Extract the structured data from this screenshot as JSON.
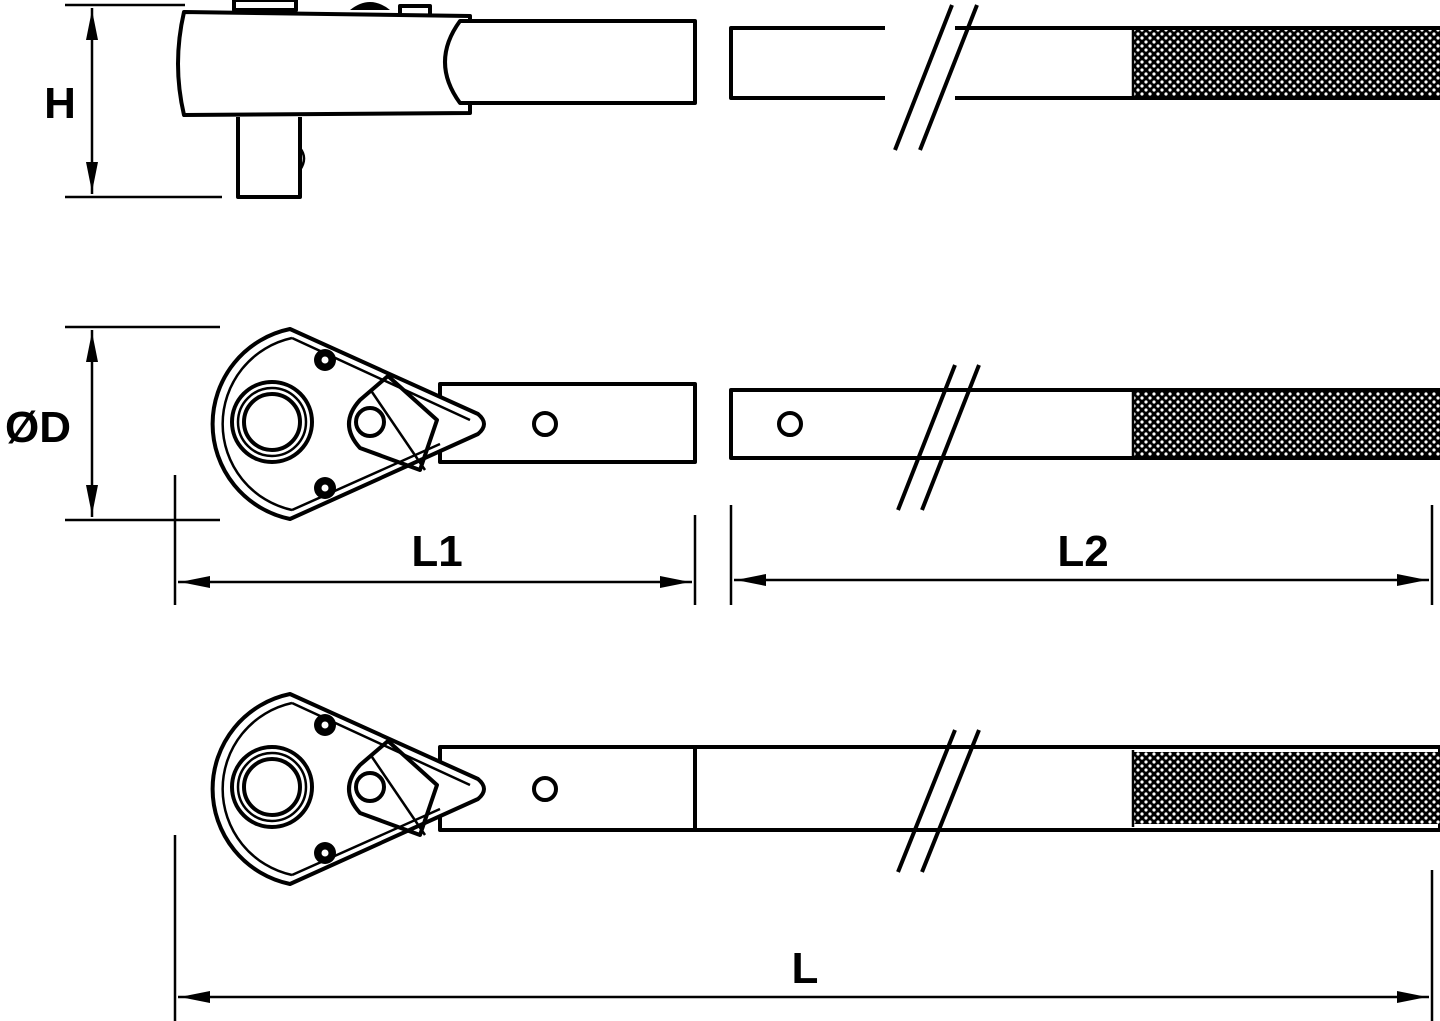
{
  "diagram": {
    "subject": "ratchet-wrench",
    "line_color": "#000000",
    "background_color": "#ffffff",
    "dimensions": {
      "height": "H",
      "diameter": "ØD",
      "head_length": "L1",
      "handle_length": "L2",
      "total_length": "L"
    }
  }
}
